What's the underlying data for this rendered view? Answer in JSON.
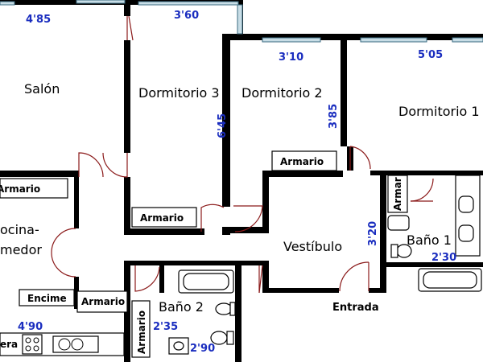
{
  "rooms": {
    "salon": "Salón",
    "dormitorio3": "Dormitorio 3",
    "dormitorio2": "Dormitorio 2",
    "dormitorio1": "Dormitorio 1",
    "cocina_line1": "ocina-",
    "cocina_line2": "medor",
    "vestibulo": "Vestíbulo",
    "bano1": "Baño 1",
    "bano2": "Baño 2",
    "entrada": "Entrada"
  },
  "labels": {
    "armario_left": "Armario",
    "armario_d3": "Armario",
    "armario_d2": "Armario",
    "armario_cocina": "Armario",
    "armario_bano2": "Armario",
    "armar_bano1": "Armar",
    "encime": "Encime",
    "nevera": "era"
  },
  "dimensions": {
    "salon_width": "4'85",
    "d3_width": "3'60",
    "d3_height": "6'45",
    "d2_width": "3'10",
    "d2_height": "3'85",
    "d1_width": "5'05",
    "bano1_height": "3'20",
    "bano1_width": "2'30",
    "cocina_width": "4'90",
    "bano2_height": "2'35",
    "bano2_width": "2'90"
  },
  "colors": {
    "dimension_text": "#1a2dbf",
    "door": "#8b1a1a",
    "window": "#c8dde6"
  }
}
